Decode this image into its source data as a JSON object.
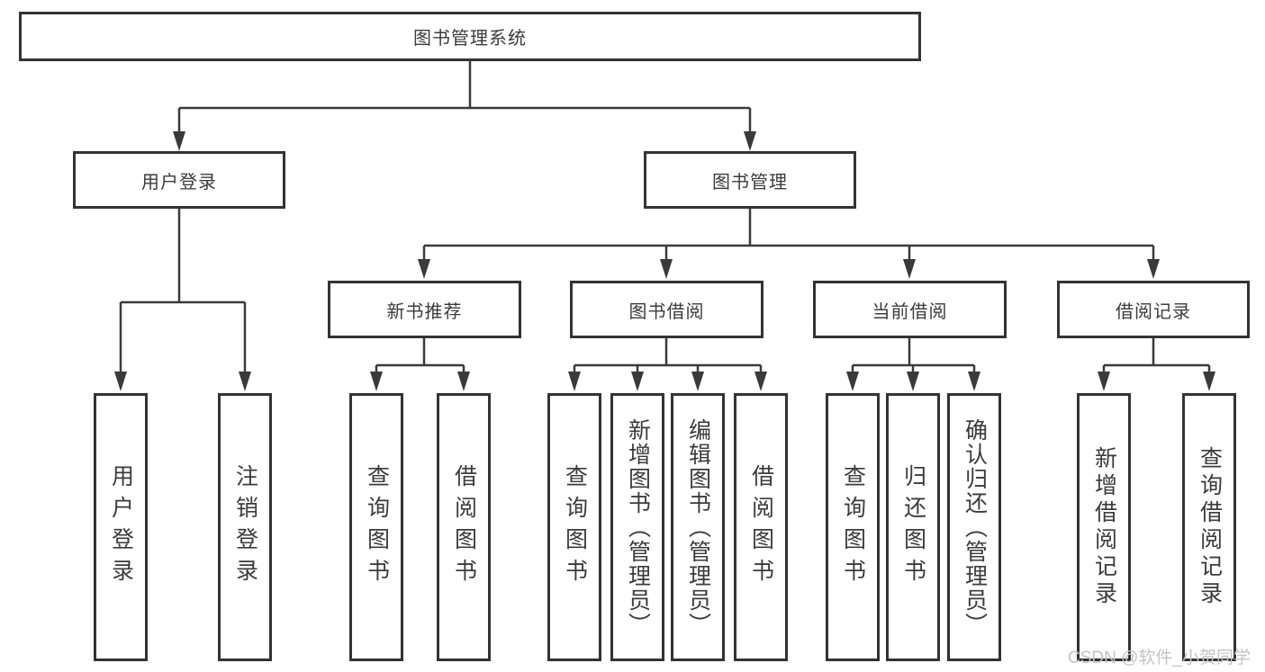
{
  "diagram_type": "hierarchy",
  "colors": {
    "background": "#ffffff",
    "line": "#3a3a3a",
    "box_border": "#333333",
    "text": "#3b3b3b",
    "watermark": "#c3c3c3"
  },
  "watermark": "CSDN @软件_小贺同学",
  "tree": {
    "label": "图书管理系统",
    "children": [
      {
        "label": "用户登录",
        "children": [
          {
            "label": "用户登录"
          },
          {
            "label": "注销登录"
          }
        ]
      },
      {
        "label": "图书管理",
        "children": [
          {
            "label": "新书推荐",
            "children": [
              {
                "label": "查询图书"
              },
              {
                "label": "借阅图书"
              }
            ]
          },
          {
            "label": "图书借阅",
            "children": [
              {
                "label": "查询图书"
              },
              {
                "label": "新增图书（管理员）"
              },
              {
                "label": "编辑图书（管理员）"
              },
              {
                "label": "借阅图书"
              }
            ]
          },
          {
            "label": "当前借阅",
            "children": [
              {
                "label": "查询图书"
              },
              {
                "label": "归还图书"
              },
              {
                "label": "确认归还（管理员）"
              }
            ]
          },
          {
            "label": "借阅记录",
            "children": [
              {
                "label": "新增借阅记录"
              },
              {
                "label": "查询借阅记录"
              }
            ]
          }
        ]
      }
    ]
  }
}
